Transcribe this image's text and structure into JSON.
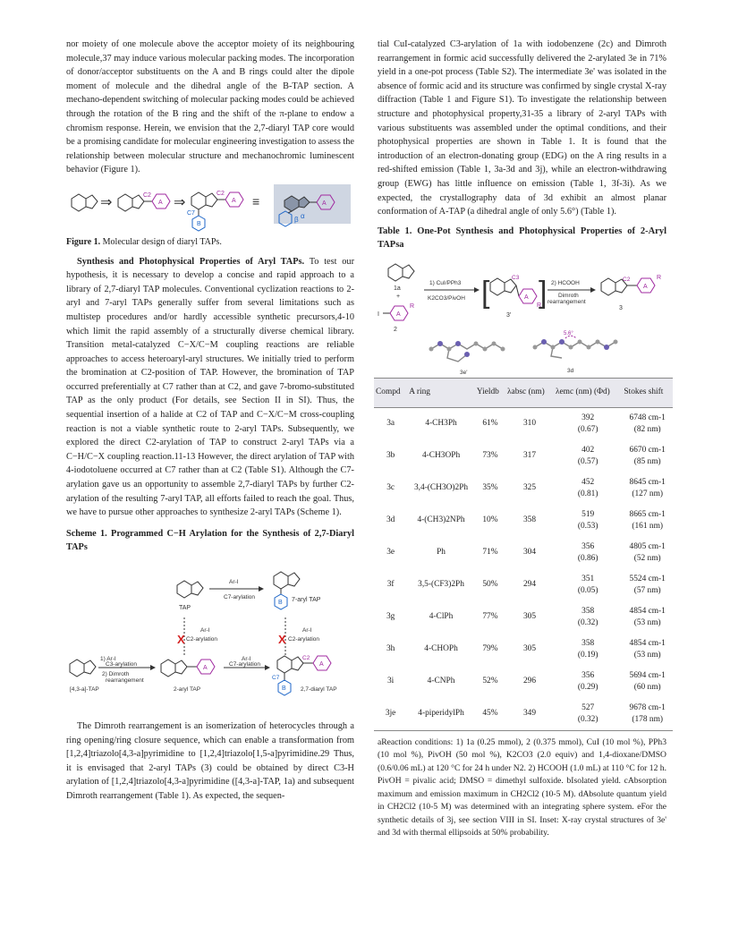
{
  "left_column": {
    "para1": "nor moiety of one molecule above the acceptor moiety of its neighbouring molecule,37 may induce various molecular packing modes. The incorporation of donor/acceptor substituents on the A and B rings could alter the dipole moment of molecule and the dihedral angle of the B-TAP section. A mechano-dependent switching of molecular packing modes could be achieved through the rotation of the B ring and the shift of the π-plane to endow a chromism response. Herein, we envision that the 2,7-diaryl TAP core would be a promising candidate for molecular engineering investigation to assess the relationship between molecular structure and mechanochromic luminescent behavior (Figure 1).",
    "figure1_labels": {
      "c2": "C2",
      "c7": "C7",
      "ring_a": "A",
      "ring_b": "B",
      "beta": "β",
      "alpha": "α"
    },
    "figure1_caption_bold": "Figure 1.",
    "figure1_caption": " Molecular design of diaryl TAPs.",
    "para2_heading": "Synthesis and Photophysical Properties of Aryl TAPs.",
    "para2": " To test our hypothesis, it is necessary to develop a concise and rapid approach to a library of 2,7-diaryl TAP molecules. Conventional cyclization reactions to 2-aryl and 7-aryl TAPs generally suffer from several limitations such as multistep procedures and/or hardly accessible synthetic precursors,4-10 which limit the rapid assembly of a structurally diverse chemical library. Transition metal-catalyzed C−X/C−M coupling reactions are reliable approaches to access heteroaryl-aryl structures. We initially tried to perform the bromination at C2-position of TAP. However, the bromination of TAP occurred preferentially at C7 rather than at C2, and gave 7-bromo-substituted TAP as the only product (For details, see Section II in SI). Thus, the sequential insertion of a halide at C2 of TAP and C−X/C−M cross-coupling reaction is not a viable synthetic route to 2-aryl TAPs. Subsequently, we explored the direct C2-arylation of TAP to construct 2-aryl TAPs via a C−H/C−X coupling reaction.11-13 However, the direct arylation of TAP with 4-iodotoluene occurred at C7 rather than at C2 (Table S1). Although the C7-arylation gave us an opportunity to assemble 2,7-diaryl TAPs by further C2-arylation of the resulting 7-aryl TAP, all efforts failed to reach the goal. Thus, we have to pursue other approaches to synthesize 2-aryl TAPs (Scheme 1).",
    "scheme1_title": "Scheme 1. Programmed C−H Arylation for the Synthesis of 2,7-Diaryl TAPs",
    "scheme1_labels": {
      "tap": "TAP",
      "aryl7": "7-aryl TAP",
      "arI_top": "Ar-I",
      "c7_arylation_top": "C7-arylation",
      "arI_left": "Ar-I",
      "c2_arylation_left": "C2-arylation",
      "arI_right": "Ar-I",
      "c2_arylation_right": "C2-arylation",
      "step1": "1)  Ar-I",
      "step1b": "C3-arylation",
      "step2": "2) Dimroth",
      "step2b": "rearrangement",
      "arI_bottom": "Ar-I",
      "c7_arylation_bottom": "C7-arylation",
      "tap43a": "[4,3-a]-TAP",
      "aryl2": "2-aryl TAP",
      "diaryl": "2,7-diaryl TAP",
      "x": "X",
      "c2": "C2",
      "c7": "C7",
      "ring_a": "A",
      "ring_b": "B"
    },
    "para3": "The Dimroth rearrangement is an isomerization of heterocycles through a ring opening/ring closure sequence, which can enable a transformation from [1,2,4]triazolo[4,3-a]pyrimidine to [1,2,4]triazolo[1,5-a]pyrimidine.29 Thus, it is envisaged that 2-aryl TAPs (3) could be obtained by direct C3-H arylation of [1,2,4]triazolo[4,3-a]pyrimidine ([4,3-a]-TAP, 1a) and subsequent Dimroth rearrangement (Table 1). As expected, the sequen-"
  },
  "right_column": {
    "para1": "tial CuI-catalyzed C3-arylation of 1a with iodobenzene (2c) and Dimroth rearrangement in formic acid successfully delivered the 2-arylated 3e in 71% yield in a one-pot process (Table S2). The intermediate 3e' was isolated in the absence of formic acid and its structure was confirmed by single crystal X-ray diffraction (Table 1 and Figure S1). To investigate the relationship between structure and photophysical property,31-35 a library of 2-aryl TAPs with various substituents was assembled under the optimal conditions, and their photophysical properties are shown in Table 1. It is found that the introduction of an electron-donating group (EDG) on the A ring results in a red-shifted emission (Table 1, 3a-3d and 3j), while an electron-withdrawing group (EWG) has little influence on emission (Table 1, 3f-3i). As we expected, the crystallography data of 3d exhibit an almost planar conformation of A-TAP (a dihedral angle of only 5.6°) (Table 1).",
    "table_title": "Table 1. One-Pot Synthesis and Photophysical Properties of 2-Aryl TAPsa",
    "scheme_labels": {
      "c1a": "1a",
      "plus": "+",
      "cond1": "1) CuI/PPh3",
      "cond1b": "K2CO3/PivOH",
      "c2": "2",
      "c3p": "3'",
      "cond2": "2) HCOOH",
      "cond2b": "Dimroth",
      "cond2c": "rearrangement",
      "c3": "3",
      "ring_a": "A",
      "r": "R",
      "i": "I",
      "pos_c3": "C3",
      "pos_c2": "C2",
      "crystal1": "3e'",
      "crystal2": "3d",
      "angle": "5.6°"
    },
    "table": {
      "headers": [
        "Compd",
        "A ring",
        "Yieldb",
        "λabsc (nm)",
        "λemc (nm) (Φd)",
        "Stokes shift"
      ],
      "rows": [
        [
          "3a",
          "4-CH3Ph",
          "61%",
          "310",
          "392",
          "(0.67)",
          "6748 cm-1",
          "(82 nm)"
        ],
        [
          "3b",
          "4-CH3OPh",
          "73%",
          "317",
          "402",
          "(0.57)",
          "6670 cm-1",
          "(85 nm)"
        ],
        [
          "3c",
          "3,4-(CH3O)2Ph",
          "35%",
          "325",
          "452",
          "(0.81)",
          "8645 cm-1",
          "(127 nm)"
        ],
        [
          "3d",
          "4-(CH3)2NPh",
          "10%",
          "358",
          "519",
          "(0.53)",
          "8665 cm-1",
          "(161 nm)"
        ],
        [
          "3e",
          "Ph",
          "71%",
          "304",
          "356",
          "(0.86)",
          "4805 cm-1",
          "(52 nm)"
        ],
        [
          "3f",
          "3,5-(CF3)2Ph",
          "50%",
          "294",
          "351",
          "(0.05)",
          "5524 cm-1",
          "(57 nm)"
        ],
        [
          "3g",
          "4-ClPh",
          "77%",
          "305",
          "358",
          "(0.32)",
          "4854 cm-1",
          "(53 nm)"
        ],
        [
          "3h",
          "4-CHOPh",
          "79%",
          "305",
          "358",
          "(0.19)",
          "4854 cm-1",
          "(53 nm)"
        ],
        [
          "3i",
          "4-CNPh",
          "52%",
          "296",
          "356",
          "(0.29)",
          "5694 cm-1",
          "(60 nm)"
        ],
        [
          "3je",
          "4-piperidylPh",
          "45%",
          "349",
          "527",
          "(0.32)",
          "9678 cm-1",
          "(178 nm)"
        ]
      ]
    },
    "footnote": "aReaction conditions: 1) 1a (0.25 mmol), 2 (0.375 mmol), CuI (10 mol %), PPh3 (10 mol %), PivOH (50 mol %), K2CO3 (2.0 equiv) and 1,4-dioxane/DMSO (0.6/0.06 mL) at 120 °C for 24 h under N2. 2) HCOOH (1.0 mL) at 110 °C for 12 h. PivOH = pivalic acid; DMSO = dimethyl sulfoxide. bIsolated yield. cAbsorption maximum and emission maximum in CH2Cl2 (10-5 M). dAbsolute quantum yield in CH2Cl2 (10-5 M) was determined with an integrating sphere system. eFor the synthetic details of 3j, see section VIII in SI. Inset: X-ray crystal structures of 3e' and 3d with thermal ellipsoids at 50% probability."
  },
  "colors": {
    "accent": "#a02aa0",
    "blue": "#1e66c8",
    "red": "#d42020",
    "header_bg": "#e8e8ee"
  }
}
